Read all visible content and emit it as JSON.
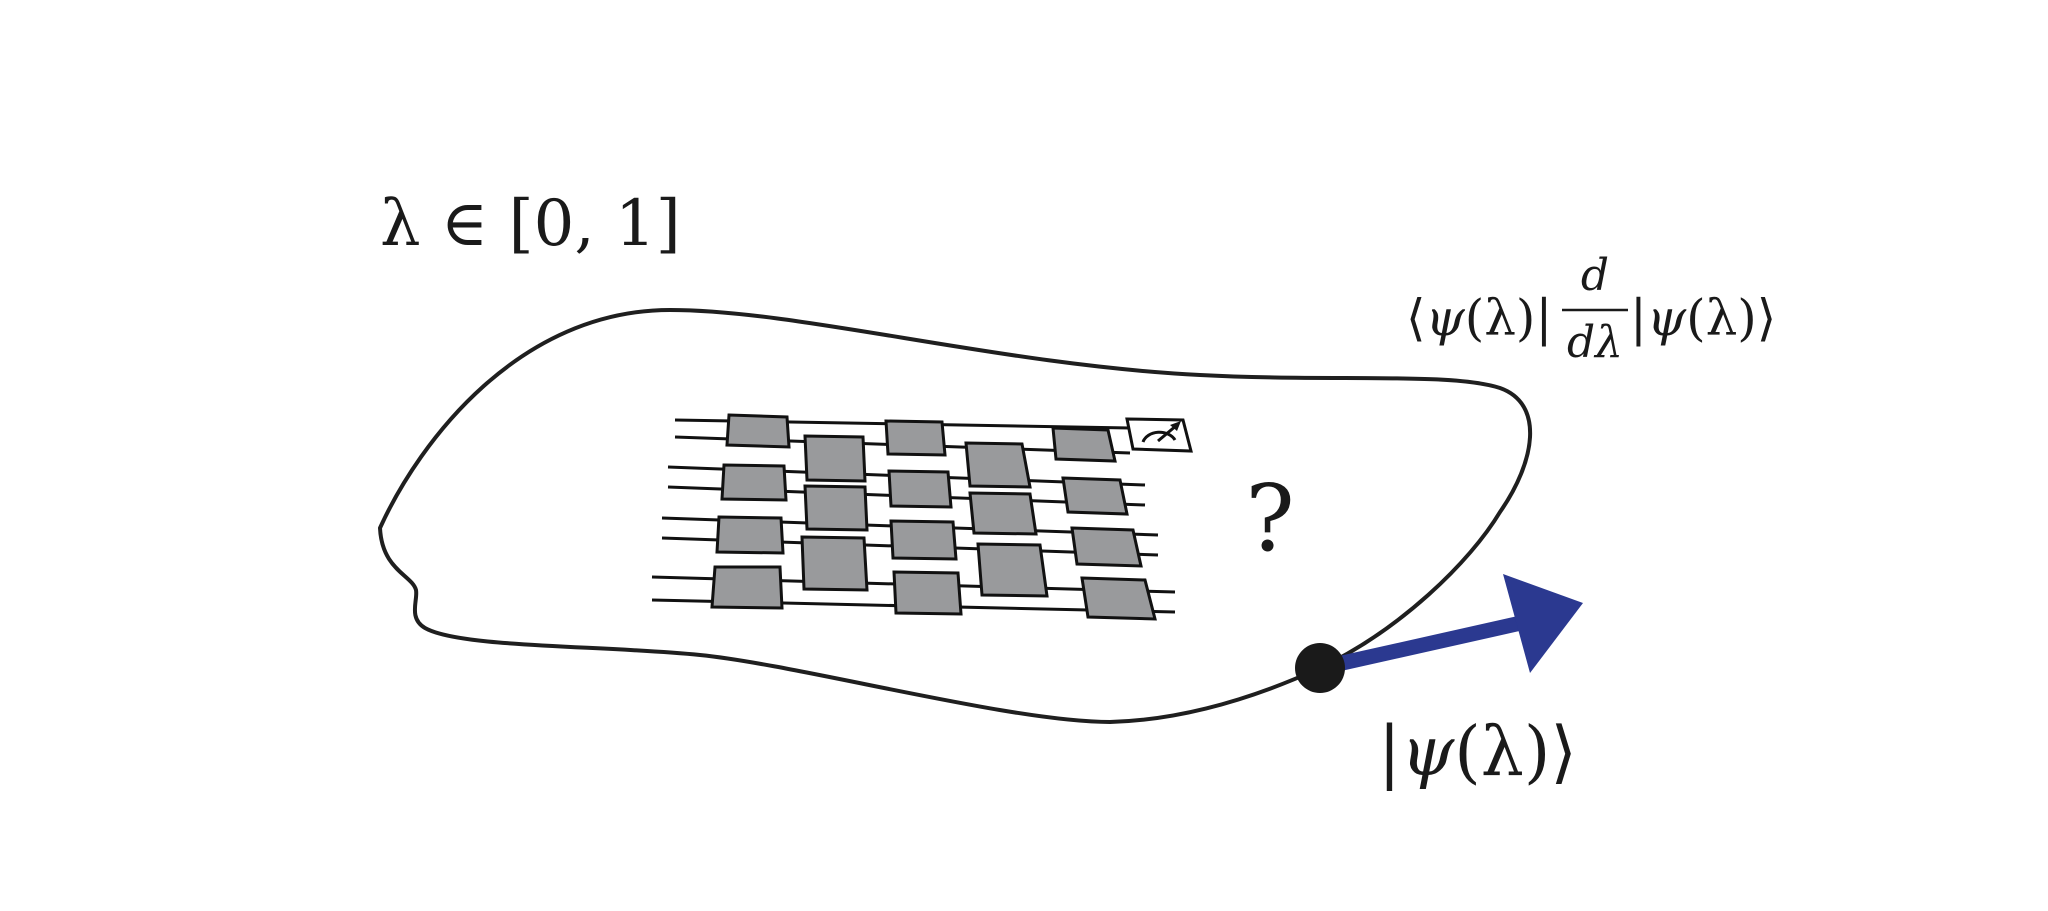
{
  "diagram": {
    "parameter_range": "λ ∈ [0, 1]",
    "question_mark": "?",
    "state_label": {
      "bar_left": "|",
      "psi": "ψ",
      "arg": "(λ)",
      "angle_right": "⟩"
    },
    "derivative_label": {
      "bra_open": "⟨",
      "bra_psi": "ψ",
      "bra_arg": "(λ)",
      "bra_close": "|",
      "numerator": "d",
      "denominator": "dλ",
      "ket_open": "|",
      "ket_psi": "ψ",
      "ket_arg": "(λ)",
      "ket_close": "⟩"
    },
    "colors": {
      "outline": "#1f1f1f",
      "gate_fill": "#999a9c",
      "tangent_arrow": "#2b3990",
      "point": "#1a1a1a"
    },
    "icons": {
      "measurement": "measurement-meter-icon",
      "tangent": "tangent-vector-arrow",
      "state_point": "state-point-dot"
    }
  }
}
